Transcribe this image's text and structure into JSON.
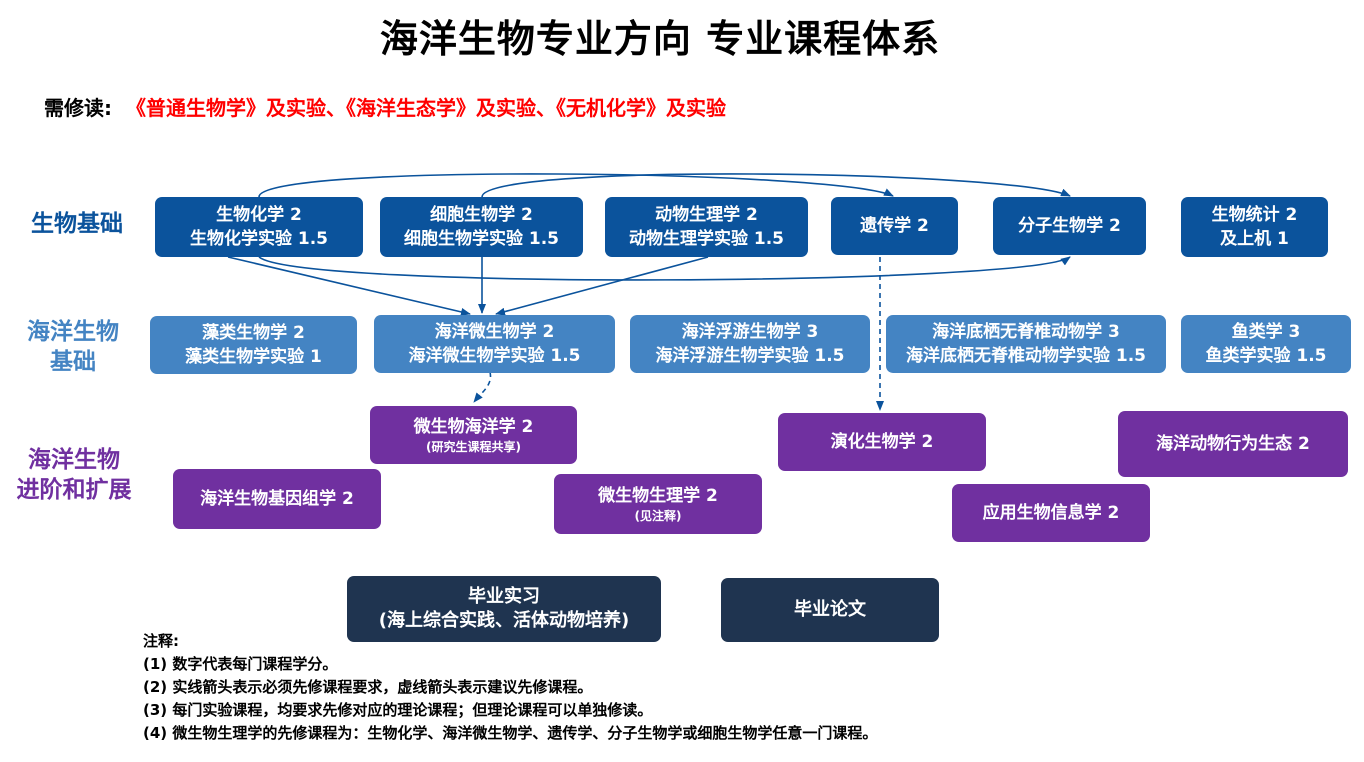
{
  "title": "海洋生物专业方向 专业课程体系",
  "requirement": {
    "label": "需修读:",
    "courses": "《普通生物学》及实验、《海洋生态学》及实验、《无机化学》及实验"
  },
  "rows": {
    "bio_basic": "生物基础",
    "marine_basic_1": "海洋生物",
    "marine_basic_2": "基础",
    "advanced_1": "海洋生物",
    "advanced_2": "进阶和扩展"
  },
  "colors": {
    "bio": "#0b539c",
    "marine": "#4484c3",
    "advanced": "#7030a0",
    "graduation": "#1f3450",
    "required_text": "#ff0000"
  },
  "courses": {
    "biochem": {
      "line1": "生物化学 2",
      "line2": "生物化学实验 1.5"
    },
    "cellbio": {
      "line1": "细胞生物学 2",
      "line2": "细胞生物学实验 1.5"
    },
    "animalphys": {
      "line1": "动物生理学 2",
      "line2": "动物生理学实验 1.5"
    },
    "genetics": {
      "line1": "遗传学 2"
    },
    "molbio": {
      "line1": "分子生物学 2"
    },
    "biostat": {
      "line1": "生物统计 2",
      "line2": "及上机 1"
    },
    "algae": {
      "line1": "藻类生物学 2",
      "line2": "藻类生物学实验 1"
    },
    "marinemicro": {
      "line1": "海洋微生物学 2",
      "line2": "海洋微生物学实验 1.5"
    },
    "plankton": {
      "line1": "海洋浮游生物学 3",
      "line2": "海洋浮游生物学实验 1.5"
    },
    "benthic": {
      "line1": "海洋底栖无脊椎动物学 3",
      "line2": "海洋底栖无脊椎动物学实验 1.5"
    },
    "fish": {
      "line1": "鱼类学 3",
      "line2": "鱼类学实验 1.5"
    },
    "microocean": {
      "line1": "微生物海洋学 2",
      "line2": "(研究生课程共享)"
    },
    "genomics": {
      "line1": "海洋生物基因组学 2"
    },
    "microphys": {
      "line1": "微生物生理学 2",
      "line2": "(见注释)"
    },
    "evolution": {
      "line1": "演化生物学 2"
    },
    "behavior": {
      "line1": "海洋动物行为生态 2"
    },
    "bioinfo": {
      "line1": "应用生物信息学 2"
    },
    "internship": {
      "line1": "毕业实习",
      "line2": "(海上综合实践、活体动物培养)"
    },
    "thesis": {
      "line1": "毕业论文"
    }
  },
  "notes": {
    "title": "注释:",
    "items": [
      "(1) 数字代表每门课程学分。",
      "(2) 实线箭头表示必须先修课程要求，虚线箭头表示建议先修课程。",
      "(3) 每门实验课程，均要求先修对应的理论课程；但理论课程可以单独修读。",
      "(4) 微生物生理学的先修课程为：生物化学、海洋微生物学、遗传学、分子生物学或细胞生物学任意一门课程。"
    ]
  }
}
